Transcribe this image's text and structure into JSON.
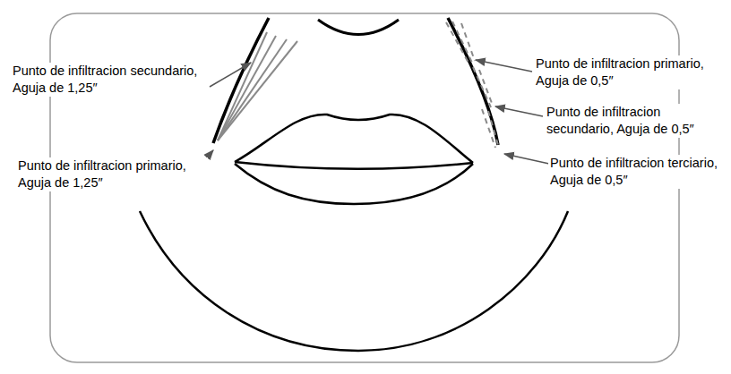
{
  "diagram": {
    "labels": [
      "Punto de infiltracion secundario, Aguja de 1,25″",
      "Punto de infiltracion primario, Aguja de 1,25″",
      "Punto de infiltracion primario, Aguja de 0,5″",
      "Punto de infiltracion secundario, Aguja de 0,5″",
      "Punto de infiltracion terciario, Aguja de 0,5″"
    ]
  }
}
